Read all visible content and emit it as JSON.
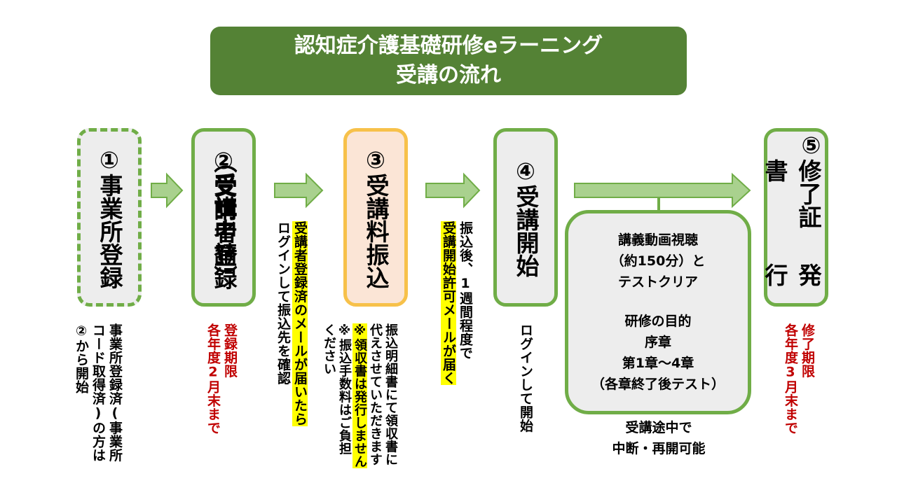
{
  "title": {
    "line1": "認知症介護基礎研修eラーニング",
    "line2": "受講の流れ"
  },
  "steps": [
    {
      "number": "①",
      "label": "事業所登録"
    },
    {
      "number": "②",
      "label": "受講者登録",
      "sublabel": "（受講申請）"
    },
    {
      "number": "③",
      "label": "受講料振込"
    },
    {
      "number": "④",
      "label": "受講開始"
    },
    {
      "number": "⑤",
      "label": "修了証書",
      "label2": "発行"
    }
  ],
  "notes": {
    "step1": [
      "事業所登録済(事業所",
      "コード取得済)の方は",
      "②から開始"
    ],
    "step2_deadline": [
      "登録期限",
      "各年度2月末まで"
    ],
    "arrow2_note": [
      "受講者登録済のメールが届いたら",
      "ログインして振込先を確認"
    ],
    "step3_note": [
      "振込明細書にて領収書に",
      "代えさせていただきます",
      "※領収書は発行しません",
      "※振込手数料はご負担",
      "ください"
    ],
    "arrow3_note": [
      "振込後、1週間程度で",
      "受講開始許可メールが届く"
    ],
    "step4_note": [
      "ログインして開始"
    ],
    "step5_deadline": [
      "修了期限",
      "各年度3月末まで"
    ]
  },
  "content": {
    "lines": [
      "講義動画視聴",
      "（約150分）と",
      "テストクリア",
      "",
      "研修の目的",
      "序章",
      "第1章～4章",
      "（各章終了後テスト）"
    ],
    "bottom": [
      "受講途中で",
      "中断・再開可能"
    ]
  },
  "colors": {
    "green_dark": "#548235",
    "green": "#70ad47",
    "orange": "#f7c14a",
    "peach": "#fbe5d6",
    "box_bg": "#ededed",
    "red": "#c00000",
    "highlight": "#ffff00"
  }
}
